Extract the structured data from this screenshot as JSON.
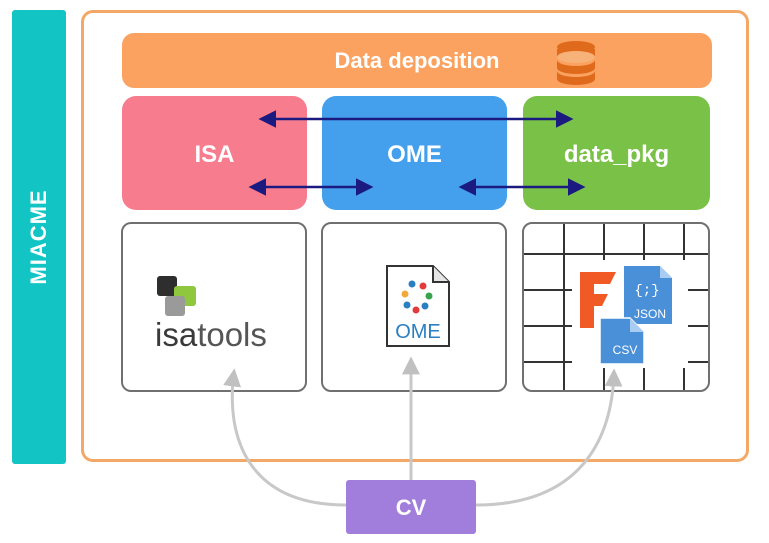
{
  "side_label": "MIACME",
  "deposition": {
    "label": "Data deposition",
    "icon": "database-icon"
  },
  "specs": [
    {
      "label": "ISA",
      "color": "#f67c8e"
    },
    {
      "label": "OME",
      "color": "#44a0ec"
    },
    {
      "label": "data_pkg",
      "color": "#7ac148"
    }
  ],
  "tools": {
    "isa": {
      "logo_prefix": "isa",
      "logo_suffix": "tools"
    },
    "ome": {
      "logo_text": "OME"
    },
    "pkg": {
      "json_label": "JSON",
      "csv_label": "CSV",
      "json_glyph": "{;}"
    }
  },
  "cv": {
    "label": "CV",
    "color": "#a27edc"
  },
  "colors": {
    "frame": "#f4a868",
    "side": "#13c4c4",
    "arrows": "#1a1a80",
    "cv_arrows": "#c8c8c8"
  }
}
